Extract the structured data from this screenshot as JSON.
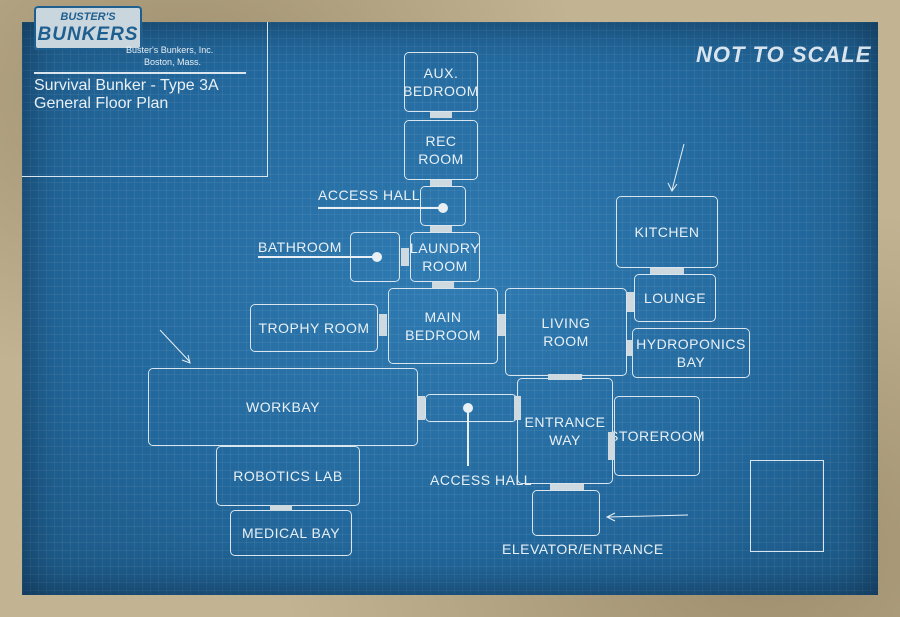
{
  "logo": {
    "line1": "BUSTER'S",
    "line2": "BUNKERS"
  },
  "company": {
    "name": "Buster's Bunkers, Inc.",
    "location": "Boston, Mass."
  },
  "doc_title": {
    "line1": "Survival Bunker - Type 3A",
    "line2": "General Floor Plan"
  },
  "stamp": "NOT TO SCALE",
  "rooms": {
    "aux_bedroom": [
      "AUX.",
      "BEDROOM"
    ],
    "rec_room": [
      "REC",
      "ROOM"
    ],
    "laundry_room": [
      "LAUNDRY",
      "ROOM"
    ],
    "main_bedroom": [
      "MAIN",
      "BEDROOM"
    ],
    "trophy_room": "TROPHY ROOM",
    "living_room": [
      "LIVING",
      "ROOM"
    ],
    "kitchen": "KITCHEN",
    "lounge": "LOUNGE",
    "hydroponics_bay": [
      "HYDROPONICS",
      "BAY"
    ],
    "workbay": "WORKBAY",
    "robotics_lab": "ROBOTICS LAB",
    "medical_bay": "MEDICAL BAY",
    "entrance_way": [
      "ENTRANCE",
      "WAY"
    ],
    "storeroom": "STOREROOM"
  },
  "callouts": {
    "access_hall_top": "ACCESS HALL",
    "bathroom": "BATHROOM",
    "access_hall_bottom": "ACCESS HALL",
    "elevator_entrance": "ELEVATOR/ENTRANCE"
  },
  "colors": {
    "blueprint": "#22679b",
    "ink": "#e8f0f6",
    "paper": "#c2b493"
  }
}
